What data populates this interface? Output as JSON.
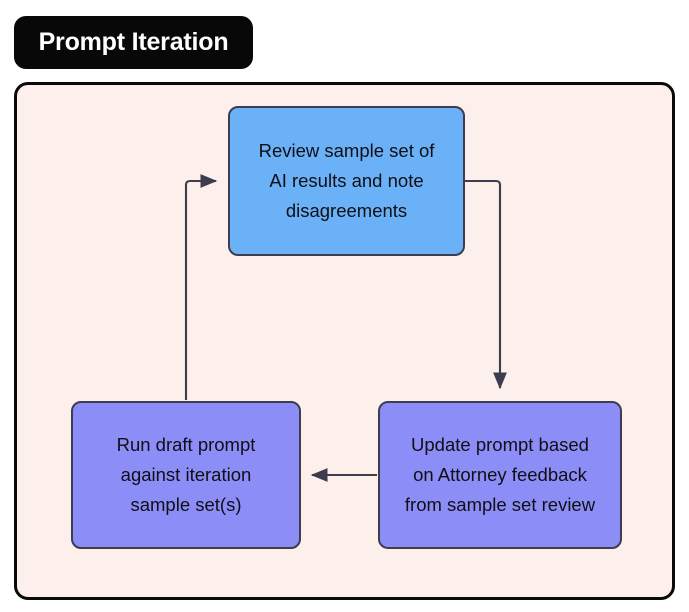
{
  "diagram": {
    "title": "Prompt Iteration",
    "type": "cycle-flowchart",
    "colors": {
      "title_badge_background": "#080808",
      "title_badge_text": "#ffffff",
      "canvas_background": "#fcefec",
      "canvas_border": "#0a0a0a",
      "node_blue": "#6bb1f7",
      "node_purple": "#8d8df8",
      "node_border": "#3d3d4e",
      "connector": "#3d3d4e",
      "node_text": "#0f0f14"
    },
    "nodes": [
      {
        "id": "review",
        "label": "Review sample set of\nAI results and note\ndisagreements",
        "fill": "#6bb1f7"
      },
      {
        "id": "run",
        "label": "Run draft prompt\nagainst iteration\nsample set(s)",
        "fill": "#8d8df8"
      },
      {
        "id": "update",
        "label": "Update prompt based\non Attorney feedback\nfrom sample set review",
        "fill": "#8d8df8"
      }
    ],
    "connectors": [
      {
        "id": "review-to-update",
        "from": "review",
        "to": "update",
        "direction": "right-then-down"
      },
      {
        "id": "update-to-run",
        "from": "update",
        "to": "run",
        "direction": "left"
      },
      {
        "id": "run-to-review",
        "from": "run",
        "to": "review",
        "direction": "up-then-right"
      }
    ]
  }
}
